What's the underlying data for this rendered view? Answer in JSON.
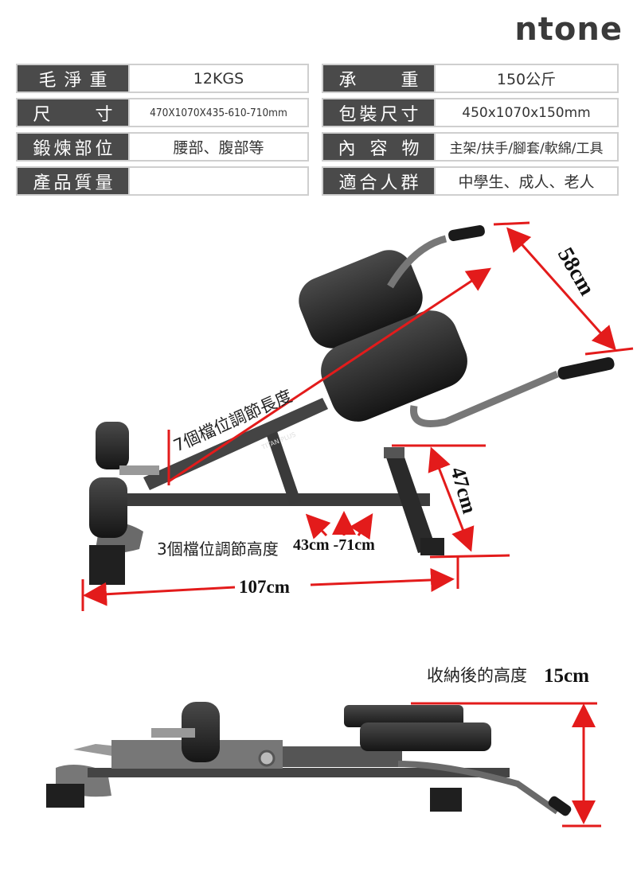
{
  "brand": "ntone",
  "specs": {
    "net_weight_label": "毛淨重",
    "net_weight_value": "12KGS",
    "load_label": "承重",
    "load_value": "150公斤",
    "size_label": "尺寸",
    "size_value": "470X1070X435-610-710mm",
    "package_label": "包裝尺寸",
    "package_value": "450x1070x150mm",
    "exercise_label": "鍛煉部位",
    "exercise_value": "腰部、腹部等",
    "contents_label": "內容物",
    "contents_value": "主架/扶手/腳套/軟綿/工具",
    "quality_label": "產品質量",
    "quality_value": "",
    "audience_label": "適合人群",
    "audience_value": "中學生、成人、老人"
  },
  "annotations": {
    "length_adjust": "7個檔位調節長度",
    "height_adjust": "3個檔位調節高度",
    "height_range": "43cm -71cm",
    "width": "107cm",
    "depth": "47cm",
    "pad_length": "58cm",
    "folded_height_label": "收納後的高度",
    "folded_height_value": "15cm",
    "bench_model_text": "TITAN PLUS"
  },
  "colors": {
    "label_bg": "#4a4a4a",
    "arrow_red": "#e31b1b",
    "frame_dark": "#3b3b3b",
    "pad_black": "#1c1c1c"
  }
}
